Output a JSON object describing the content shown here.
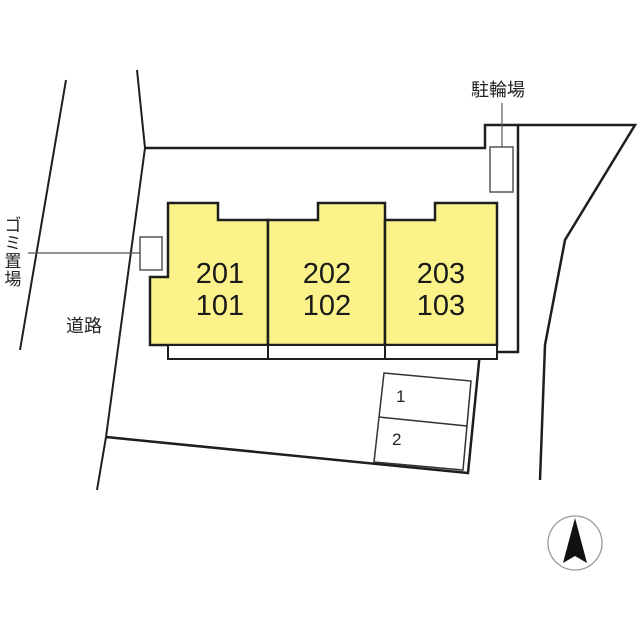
{
  "labels": {
    "bicycle_parking": "駐輪場",
    "garbage_area": [
      "ゴ",
      "ミ",
      "置",
      "場"
    ],
    "road": "道路"
  },
  "units": [
    {
      "upper": "201",
      "lower": "101"
    },
    {
      "upper": "202",
      "lower": "102"
    },
    {
      "upper": "203",
      "lower": "103"
    }
  ],
  "parking_slots": [
    "1",
    "2"
  ],
  "colors": {
    "building_fill": "#fbf38a",
    "line": "#1e1e1e"
  },
  "compass": {
    "direction": "north"
  }
}
